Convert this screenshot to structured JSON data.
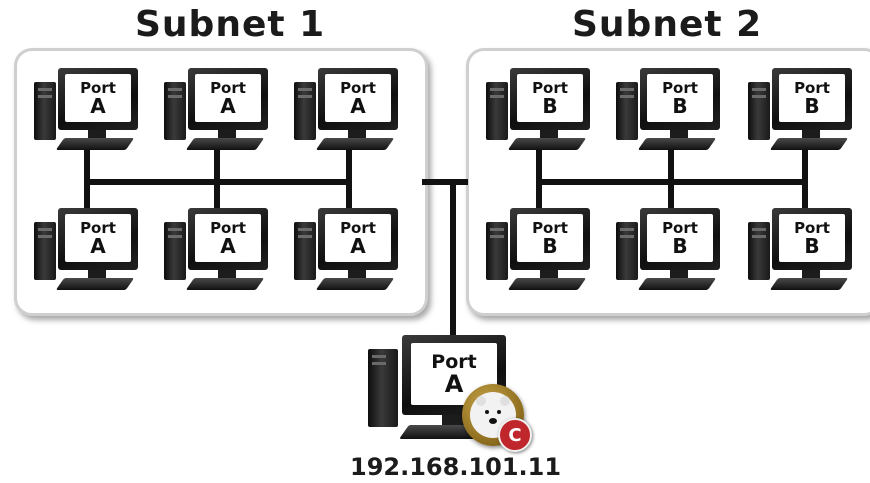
{
  "subnet1": {
    "title": "Subnet 1",
    "computers": [
      {
        "port": "Port",
        "letter": "A"
      },
      {
        "port": "Port",
        "letter": "A"
      },
      {
        "port": "Port",
        "letter": "A"
      },
      {
        "port": "Port",
        "letter": "A"
      },
      {
        "port": "Port",
        "letter": "A"
      },
      {
        "port": "Port",
        "letter": "A"
      }
    ]
  },
  "subnet2": {
    "title": "Subnet 2",
    "computers": [
      {
        "port": "Port",
        "letter": "B"
      },
      {
        "port": "Port",
        "letter": "B"
      },
      {
        "port": "Port",
        "letter": "B"
      },
      {
        "port": "Port",
        "letter": "B"
      },
      {
        "port": "Port",
        "letter": "B"
      },
      {
        "port": "Port",
        "letter": "B"
      }
    ]
  },
  "server": {
    "port": "Port",
    "letter": "A",
    "ip": "192.168.101.11",
    "badge_icon": "polar-bear-icon",
    "copyright_mark": "C",
    "badge_color": "#c0272d"
  },
  "colors": {
    "line": "#111111",
    "box_border": "#cfcfcf"
  }
}
